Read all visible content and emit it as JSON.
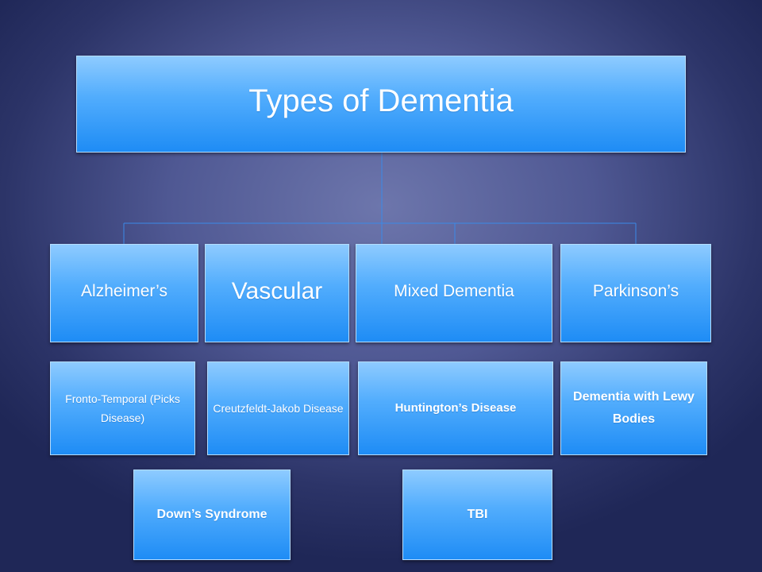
{
  "diagram": {
    "root": {
      "label": "Types of Dementia"
    },
    "categories": [
      {
        "label": "Alzheimer’s"
      },
      {
        "label": "Vascular"
      },
      {
        "label": "Mixed Dementia"
      },
      {
        "label": "Parkinson’s"
      }
    ],
    "subtypes": [
      {
        "label": "Fronto-Temporal (Picks Disease)"
      },
      {
        "label": "Creutzfeldt-Jakob Disease"
      },
      {
        "label": "Huntington’s Disease"
      },
      {
        "label": "Dementia with Lewy Bodies"
      }
    ],
    "extra": [
      {
        "label": "Down’s Syndrome"
      },
      {
        "label": "TBI"
      }
    ]
  }
}
